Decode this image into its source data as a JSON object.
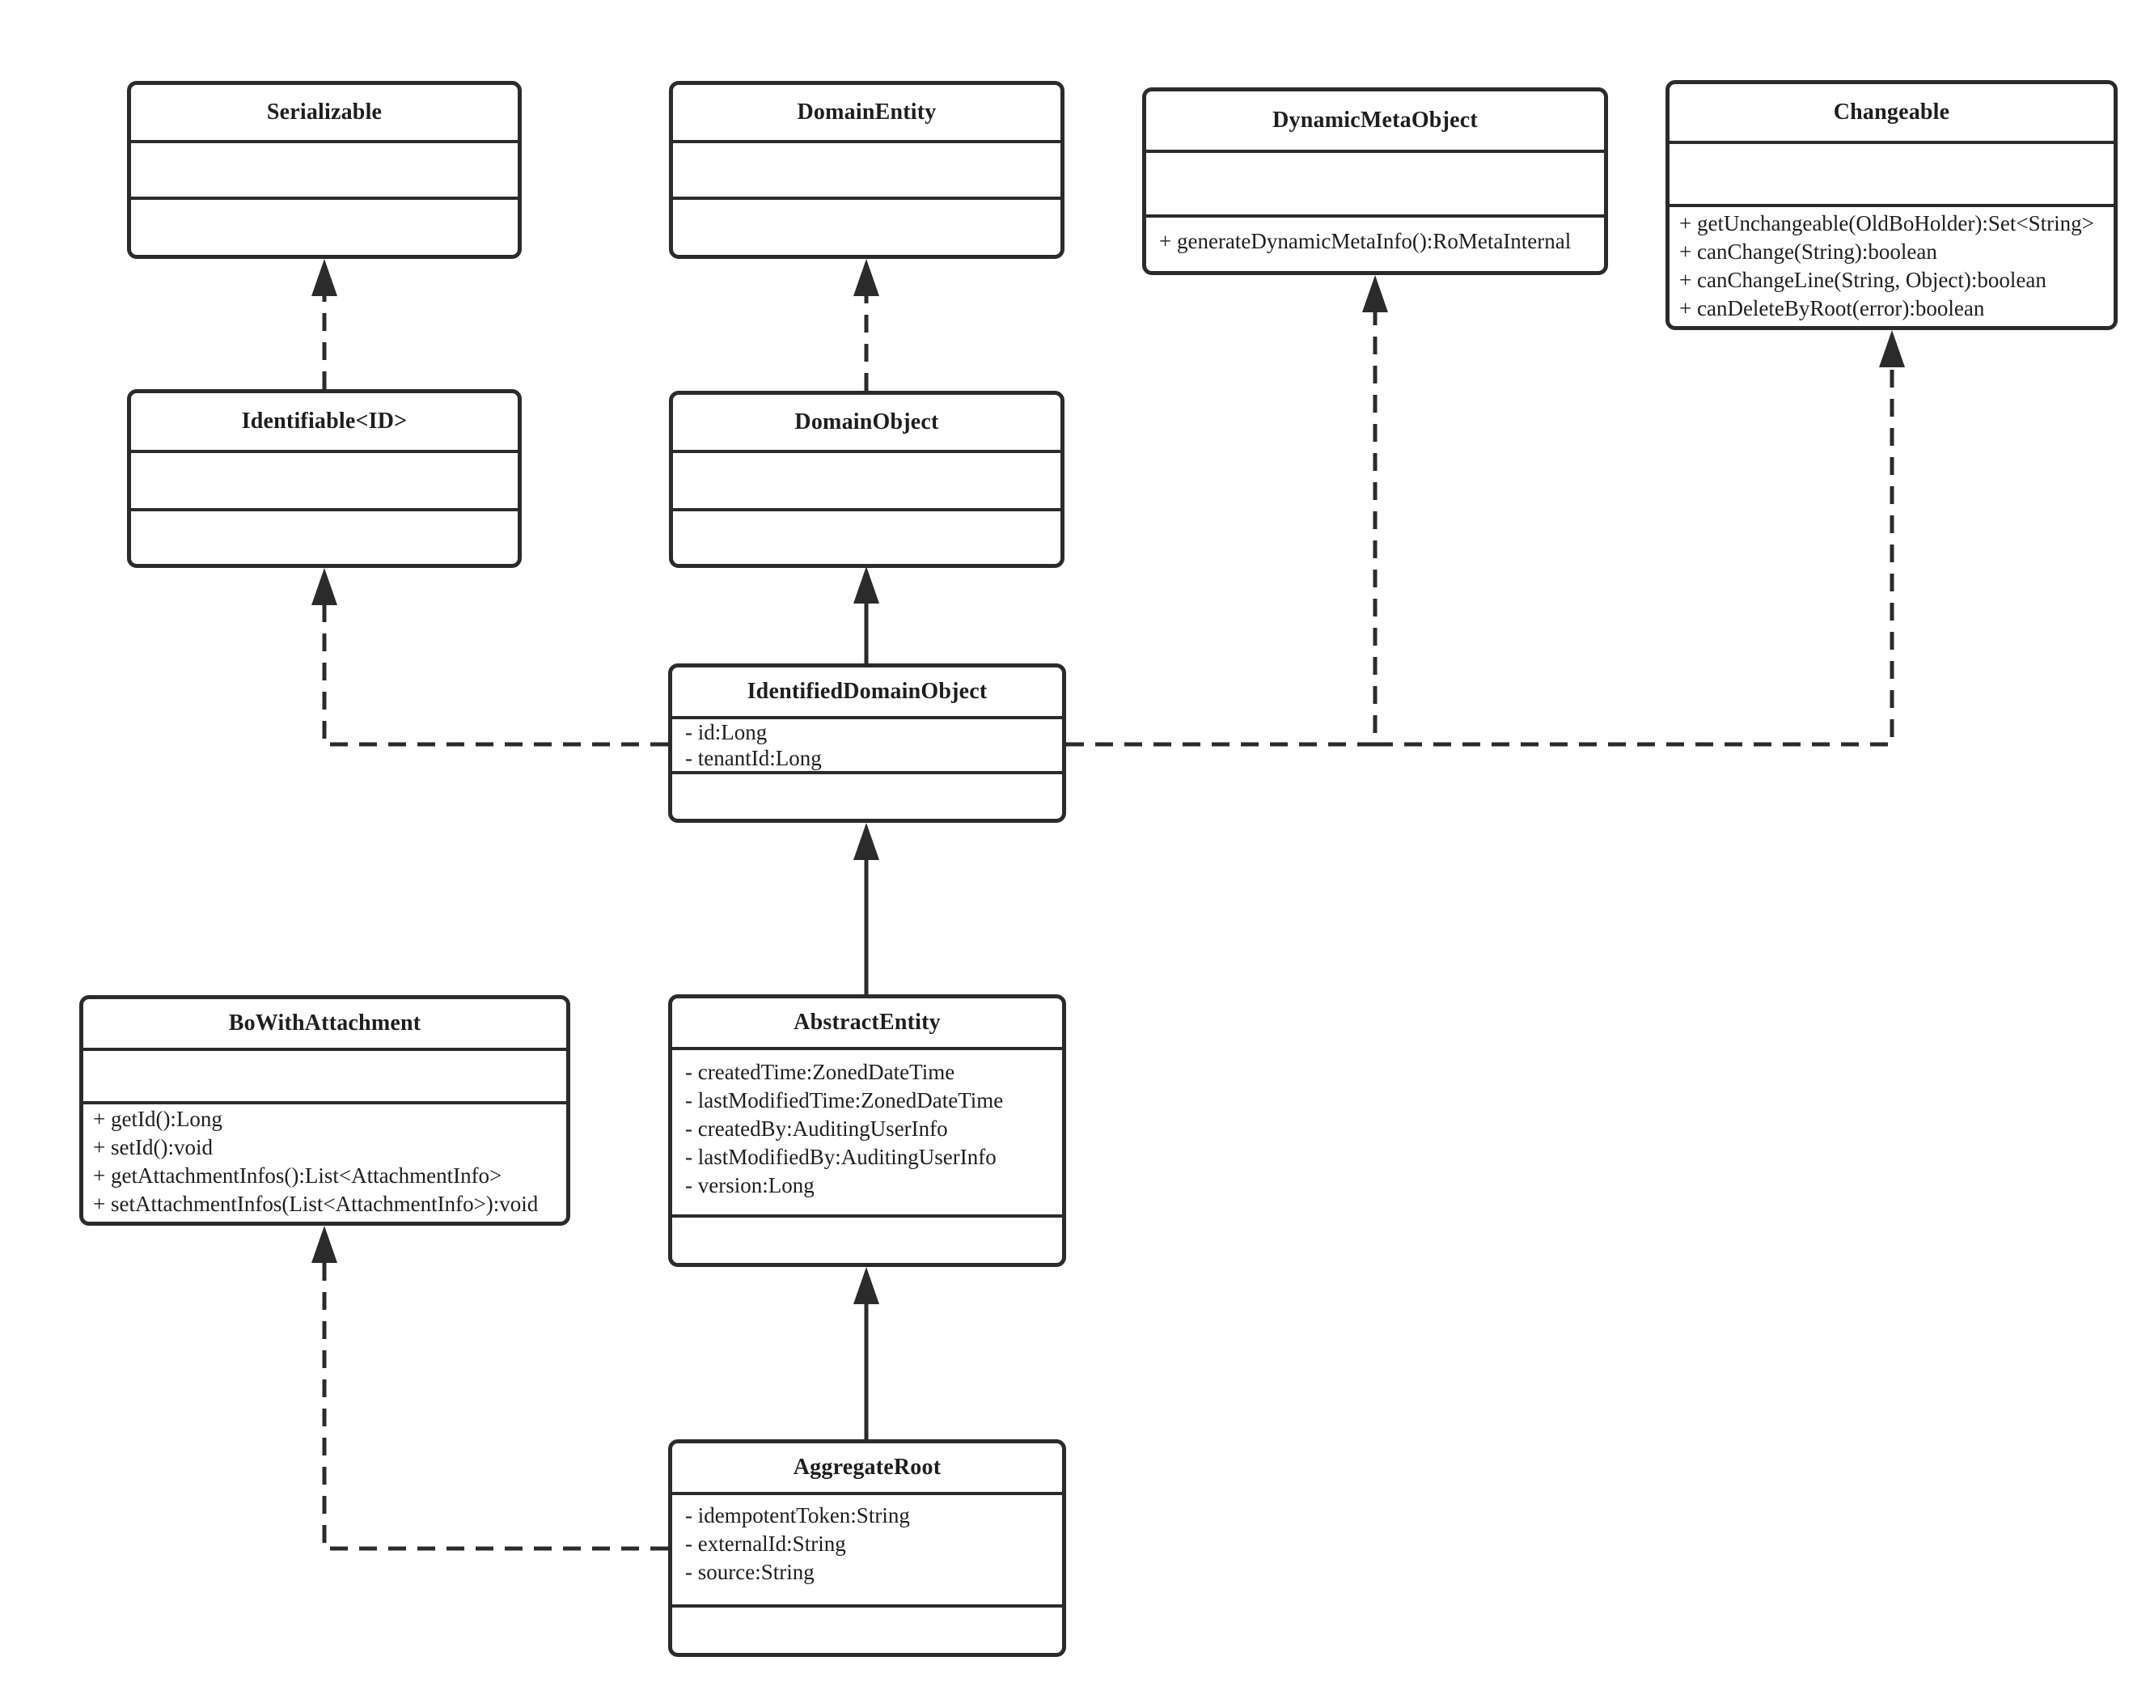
{
  "diagram": {
    "type": "uml-class-diagram",
    "classes": [
      {
        "id": "serializable",
        "name": "Serializable",
        "fields": [],
        "methods": []
      },
      {
        "id": "domain-entity",
        "name": "DomainEntity",
        "fields": [],
        "methods": []
      },
      {
        "id": "dynamic-meta-object",
        "name": "DynamicMetaObject",
        "fields": [],
        "methods": [
          "+ generateDynamicMetaInfo():RoMetaInternal"
        ]
      },
      {
        "id": "changeable",
        "name": "Changeable",
        "fields": [],
        "methods": [
          "+ getUnchangeable(OldBoHolder):Set<String>",
          "+ canChange(String):boolean",
          "+ canChangeLine(String, Object):boolean",
          "+ canDeleteByRoot(error):boolean"
        ]
      },
      {
        "id": "identifiable",
        "name": "Identifiable<ID>",
        "fields": [],
        "methods": []
      },
      {
        "id": "domain-object",
        "name": "DomainObject",
        "fields": [],
        "methods": []
      },
      {
        "id": "identified-domain-object",
        "name": "IdentifiedDomainObject",
        "fields": [
          "- id:Long",
          "- tenantId:Long"
        ],
        "methods": []
      },
      {
        "id": "bo-with-attachment",
        "name": "BoWithAttachment",
        "fields": [],
        "methods": [
          "+ getId():Long",
          "+ setId():void",
          "+ getAttachmentInfos():List<AttachmentInfo>",
          "+ setAttachmentInfos(List<AttachmentInfo>):void"
        ]
      },
      {
        "id": "abstract-entity",
        "name": "AbstractEntity",
        "fields": [
          "- createdTime:ZonedDateTime",
          "- lastModifiedTime:ZonedDateTime",
          "- createdBy:AuditingUserInfo",
          "- lastModifiedBy:AuditingUserInfo",
          "- version:Long"
        ],
        "methods": []
      },
      {
        "id": "aggregate-root",
        "name": "AggregateRoot",
        "fields": [
          "- idempotentToken:String",
          "- externalId:String",
          "- source:String"
        ],
        "methods": []
      }
    ],
    "relationships": [
      {
        "from": "Identifiable<ID>",
        "to": "Serializable",
        "line": "dashed",
        "arrow": "filled-triangle"
      },
      {
        "from": "DomainObject",
        "to": "DomainEntity",
        "line": "dashed",
        "arrow": "filled-triangle"
      },
      {
        "from": "IdentifiedDomainObject",
        "to": "DomainObject",
        "line": "solid",
        "arrow": "filled-triangle"
      },
      {
        "from": "IdentifiedDomainObject",
        "to": "Identifiable<ID>",
        "line": "dashed",
        "arrow": "filled-triangle"
      },
      {
        "from": "IdentifiedDomainObject",
        "to": "DynamicMetaObject",
        "line": "dashed",
        "arrow": "filled-triangle"
      },
      {
        "from": "IdentifiedDomainObject",
        "to": "Changeable",
        "line": "dashed",
        "arrow": "filled-triangle"
      },
      {
        "from": "AbstractEntity",
        "to": "IdentifiedDomainObject",
        "line": "solid",
        "arrow": "filled-triangle"
      },
      {
        "from": "AggregateRoot",
        "to": "AbstractEntity",
        "line": "solid",
        "arrow": "filled-triangle"
      },
      {
        "from": "AggregateRoot",
        "to": "BoWithAttachment",
        "line": "dashed",
        "arrow": "filled-triangle"
      }
    ]
  }
}
